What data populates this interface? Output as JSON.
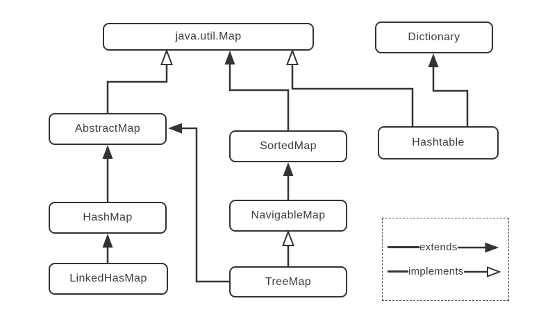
{
  "diagram": {
    "background": "#ffffff",
    "line_color": "#333333",
    "text_color": "#3d3d3d",
    "nodes": {
      "java_util_map": {
        "label": "java.util.Map"
      },
      "dictionary": {
        "label": "Dictionary"
      },
      "abstract_map": {
        "label": "AbstractMap"
      },
      "sorted_map": {
        "label": "SortedMap"
      },
      "hashtable": {
        "label": "Hashtable"
      },
      "hash_map": {
        "label": "HashMap"
      },
      "navigable_map": {
        "label": "NavigableMap"
      },
      "linked_has_map": {
        "label": "LinkedHasMap"
      },
      "tree_map": {
        "label": "TreeMap"
      }
    },
    "edges": [
      {
        "from": "AbstractMap",
        "to": "java.util.Map",
        "relation": "implements"
      },
      {
        "from": "SortedMap",
        "to": "java.util.Map",
        "relation": "extends"
      },
      {
        "from": "Hashtable",
        "to": "java.util.Map",
        "relation": "implements"
      },
      {
        "from": "Hashtable",
        "to": "Dictionary",
        "relation": "extends"
      },
      {
        "from": "HashMap",
        "to": "AbstractMap",
        "relation": "extends"
      },
      {
        "from": "LinkedHasMap",
        "to": "HashMap",
        "relation": "extends"
      },
      {
        "from": "NavigableMap",
        "to": "SortedMap",
        "relation": "extends"
      },
      {
        "from": "TreeMap",
        "to": "NavigableMap",
        "relation": "implements"
      },
      {
        "from": "TreeMap",
        "to": "AbstractMap",
        "relation": "extends"
      }
    ],
    "legend": {
      "extends_label": "extends",
      "implements_label": "implements"
    }
  }
}
